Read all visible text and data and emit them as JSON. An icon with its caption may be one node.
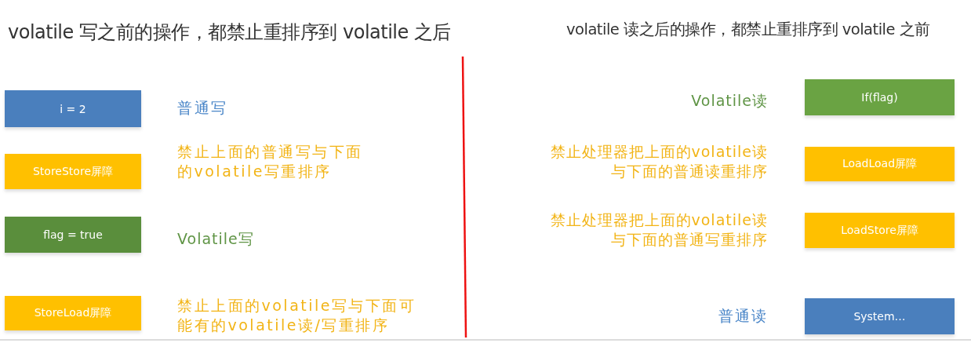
{
  "diagram": {
    "nodes": [
      {
        "text": [
          "i = 2"
        ],
        "beside": [
          "普通写"
        ]
      },
      {
        "text": [
          "StoreStore屏障"
        ],
        "beside": [
          "禁止上面的普通写与下面的volatile写重排序"
        ]
      },
      {
        "text": [
          "flag = true"
        ],
        "beside": [
          "Volatile写"
        ]
      },
      {
        "text": [
          "StoreLoad屏障"
        ],
        "beside": [
          "禁止上面的volatile写与下面可能有的volatile读/写重排序"
        ]
      },
      {
        "text": [
          "If(flag)"
        ],
        "beside": [
          "Volatile读"
        ]
      },
      {
        "text": [
          "LoadLoad屏障"
        ],
        "beside": [
          "禁止处理器把上面的volatile读与下面的普通读重排序"
        ]
      },
      {
        "text": [
          "LoadStore屏障"
        ],
        "beside": [
          "禁止处理器把上面的volatile读与下面的普通写重排序"
        ]
      },
      {
        "text": [
          "System…"
        ],
        "beside": [
          "普通读"
        ]
      }
    ],
    "labels": [
      "volatile 写之前的操作，都禁止重排序到 volatile 之后",
      "volatile 读之后的操作，都禁止重排序到 volatile 之前"
    ]
  }
}
